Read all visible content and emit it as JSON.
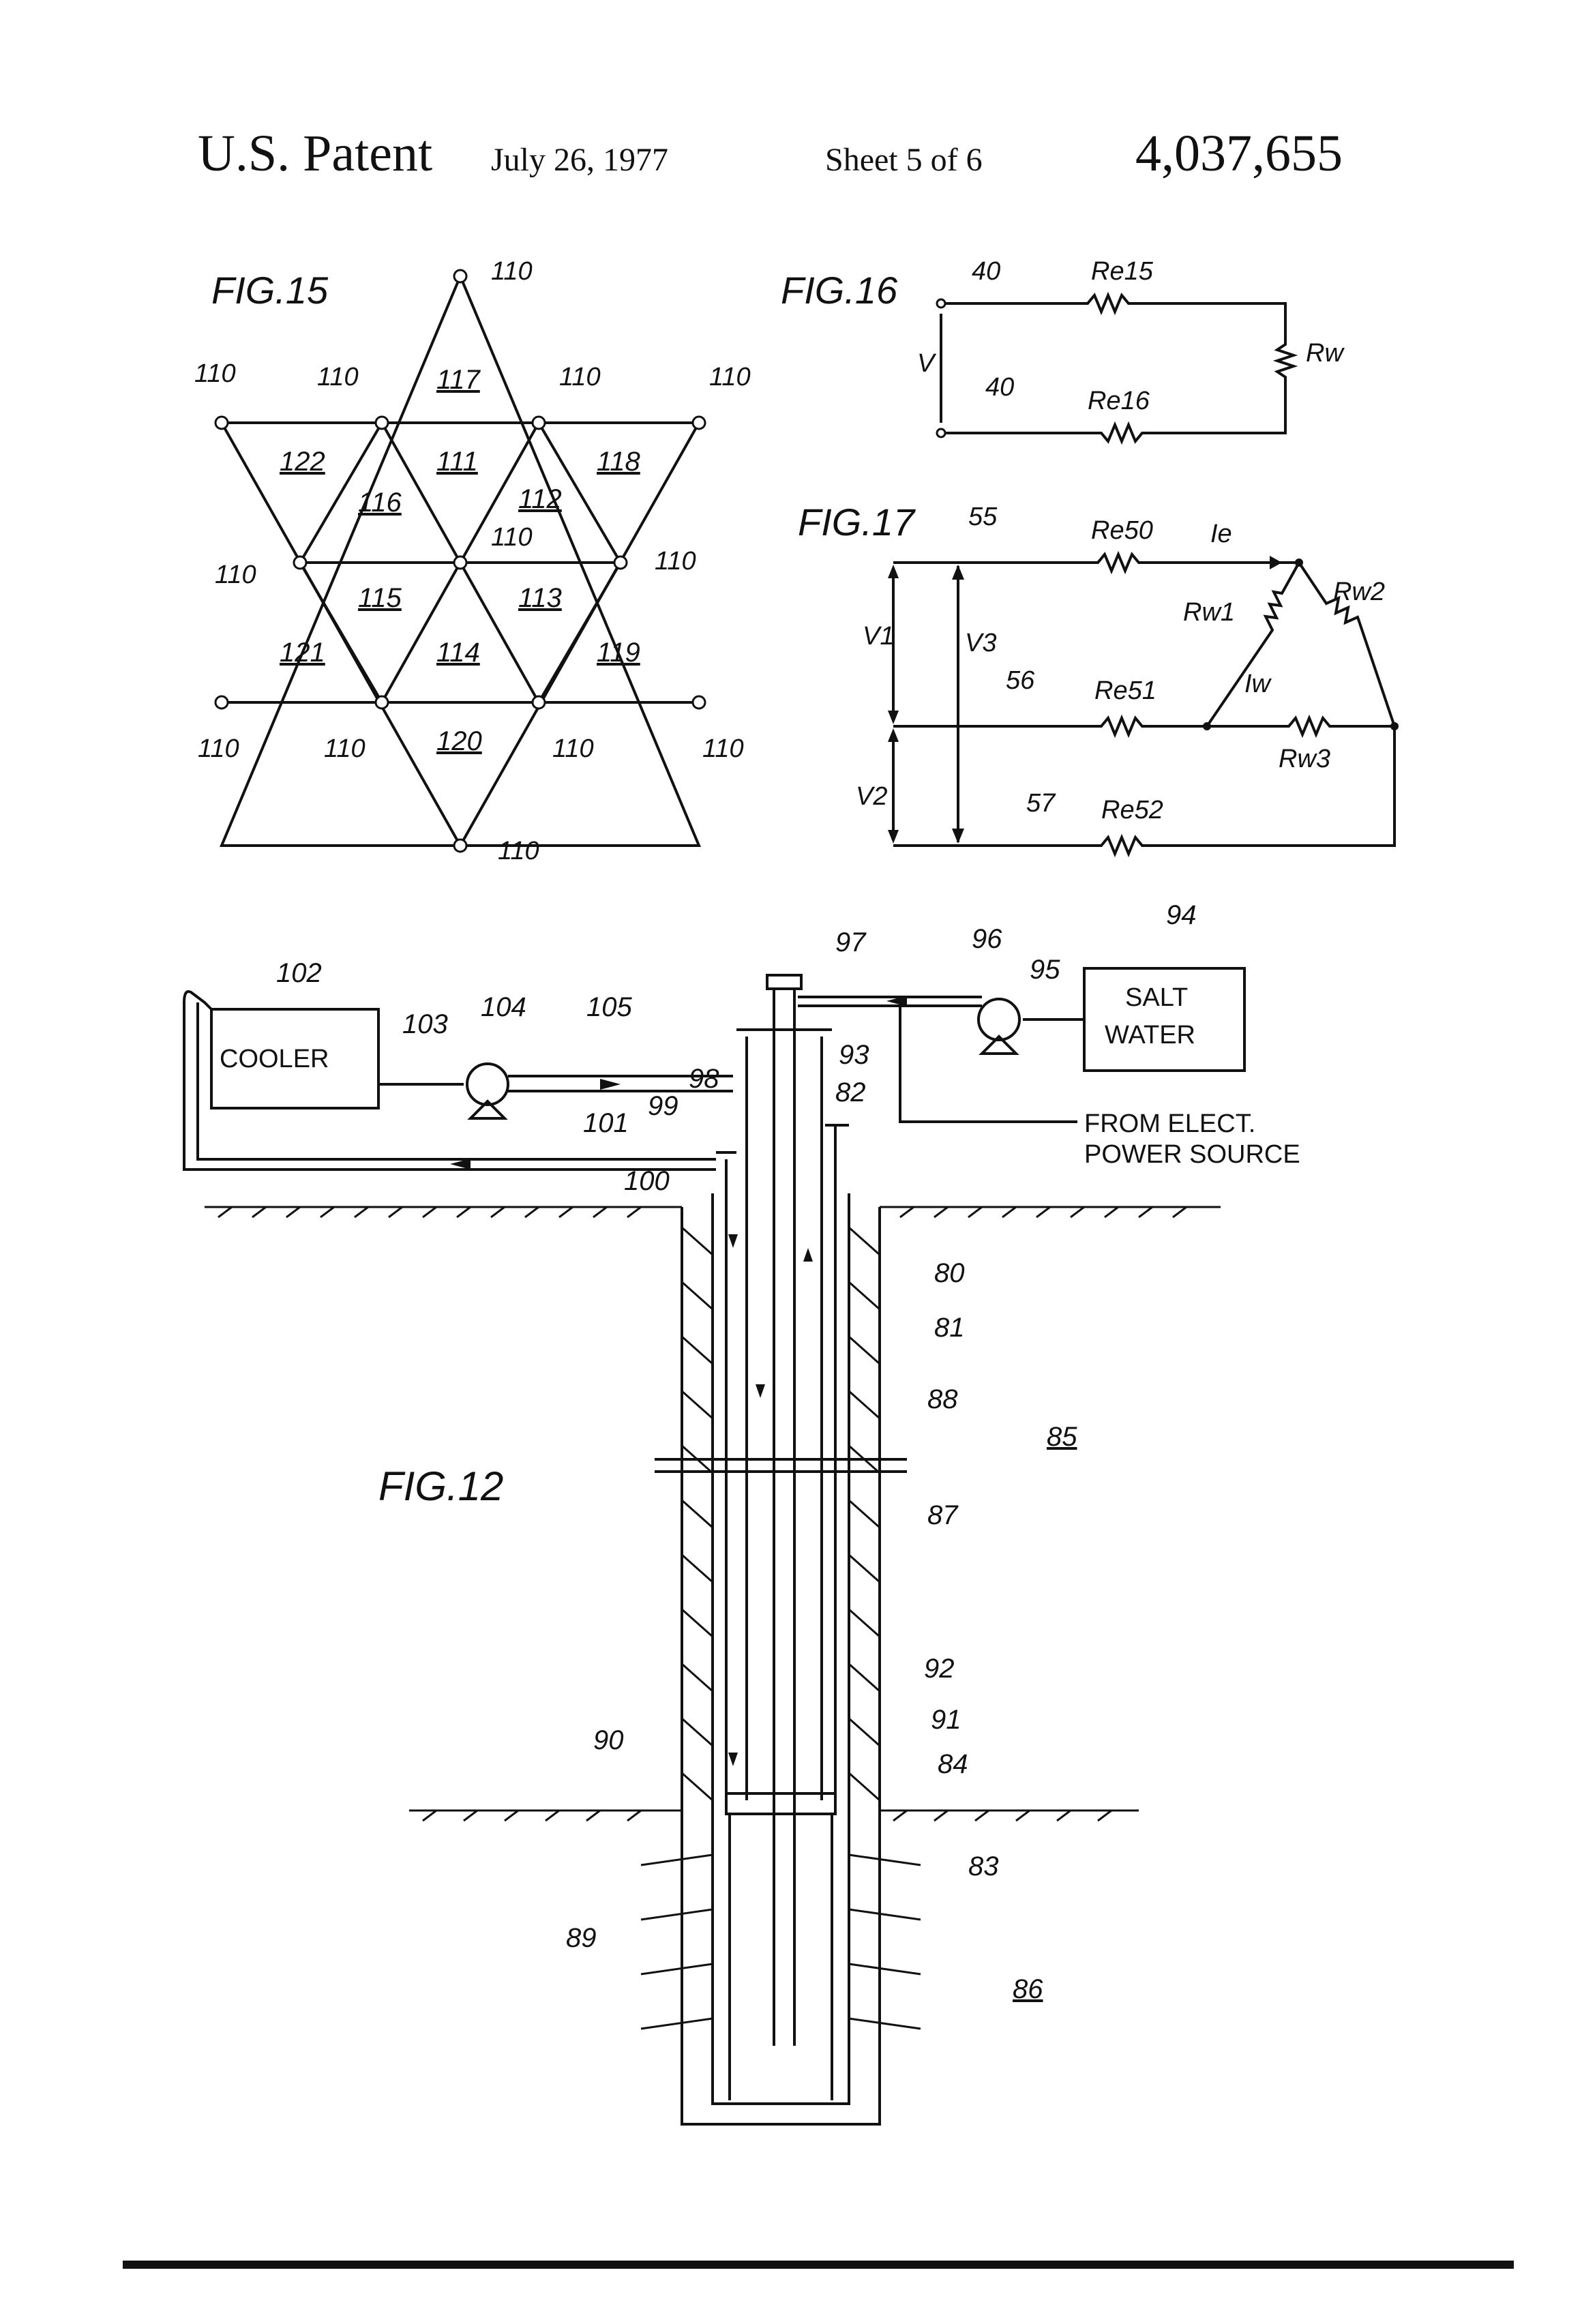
{
  "header": {
    "publisher": "U.S. Patent",
    "date": "July 26, 1977",
    "sheet": "Sheet 5 of 6",
    "patent_number": "4,037,655"
  },
  "fig15": {
    "title": "FIG.15",
    "node_label": "110",
    "cells": [
      "117",
      "122",
      "111",
      "118",
      "116",
      "112",
      "115",
      "113",
      "121",
      "114",
      "119",
      "120"
    ]
  },
  "fig16": {
    "title": "FIG.16",
    "labels": {
      "top_wire": "40",
      "bottom_wire": "40",
      "re_top": "Re15",
      "re_bottom": "Re16",
      "rw": "Rw",
      "v": "V"
    }
  },
  "fig17": {
    "title": "FIG.17",
    "labels": {
      "w55": "55",
      "w56": "56",
      "w57": "57",
      "re50": "Re50",
      "re51": "Re51",
      "re52": "Re52",
      "ie": "Ie",
      "iw": "Iw",
      "rw1": "Rw1",
      "rw2": "Rw2",
      "rw3": "Rw3",
      "v1": "V1",
      "v2": "V2",
      "v3": "V3"
    }
  },
  "fig12": {
    "title": "FIG.12",
    "cooler": "COOLER",
    "salt_water_line1": "SALT",
    "salt_water_line2": "WATER",
    "power_line1": "FROM ELECT.",
    "power_line2": "POWER SOURCE",
    "refs": {
      "r102": "102",
      "r103": "103",
      "r104": "104",
      "r105": "105",
      "r101": "101",
      "r97": "97",
      "r96": "96",
      "r95": "95",
      "r94": "94",
      "r93": "93",
      "r82": "82",
      "r98": "98",
      "r99": "99",
      "r100": "100",
      "r80": "80",
      "r81": "81",
      "r88": "88",
      "r85": "85",
      "r87": "87",
      "r92": "92",
      "r91": "91",
      "r84": "84",
      "r90": "90",
      "r83": "83",
      "r89": "89",
      "r86": "86"
    }
  }
}
